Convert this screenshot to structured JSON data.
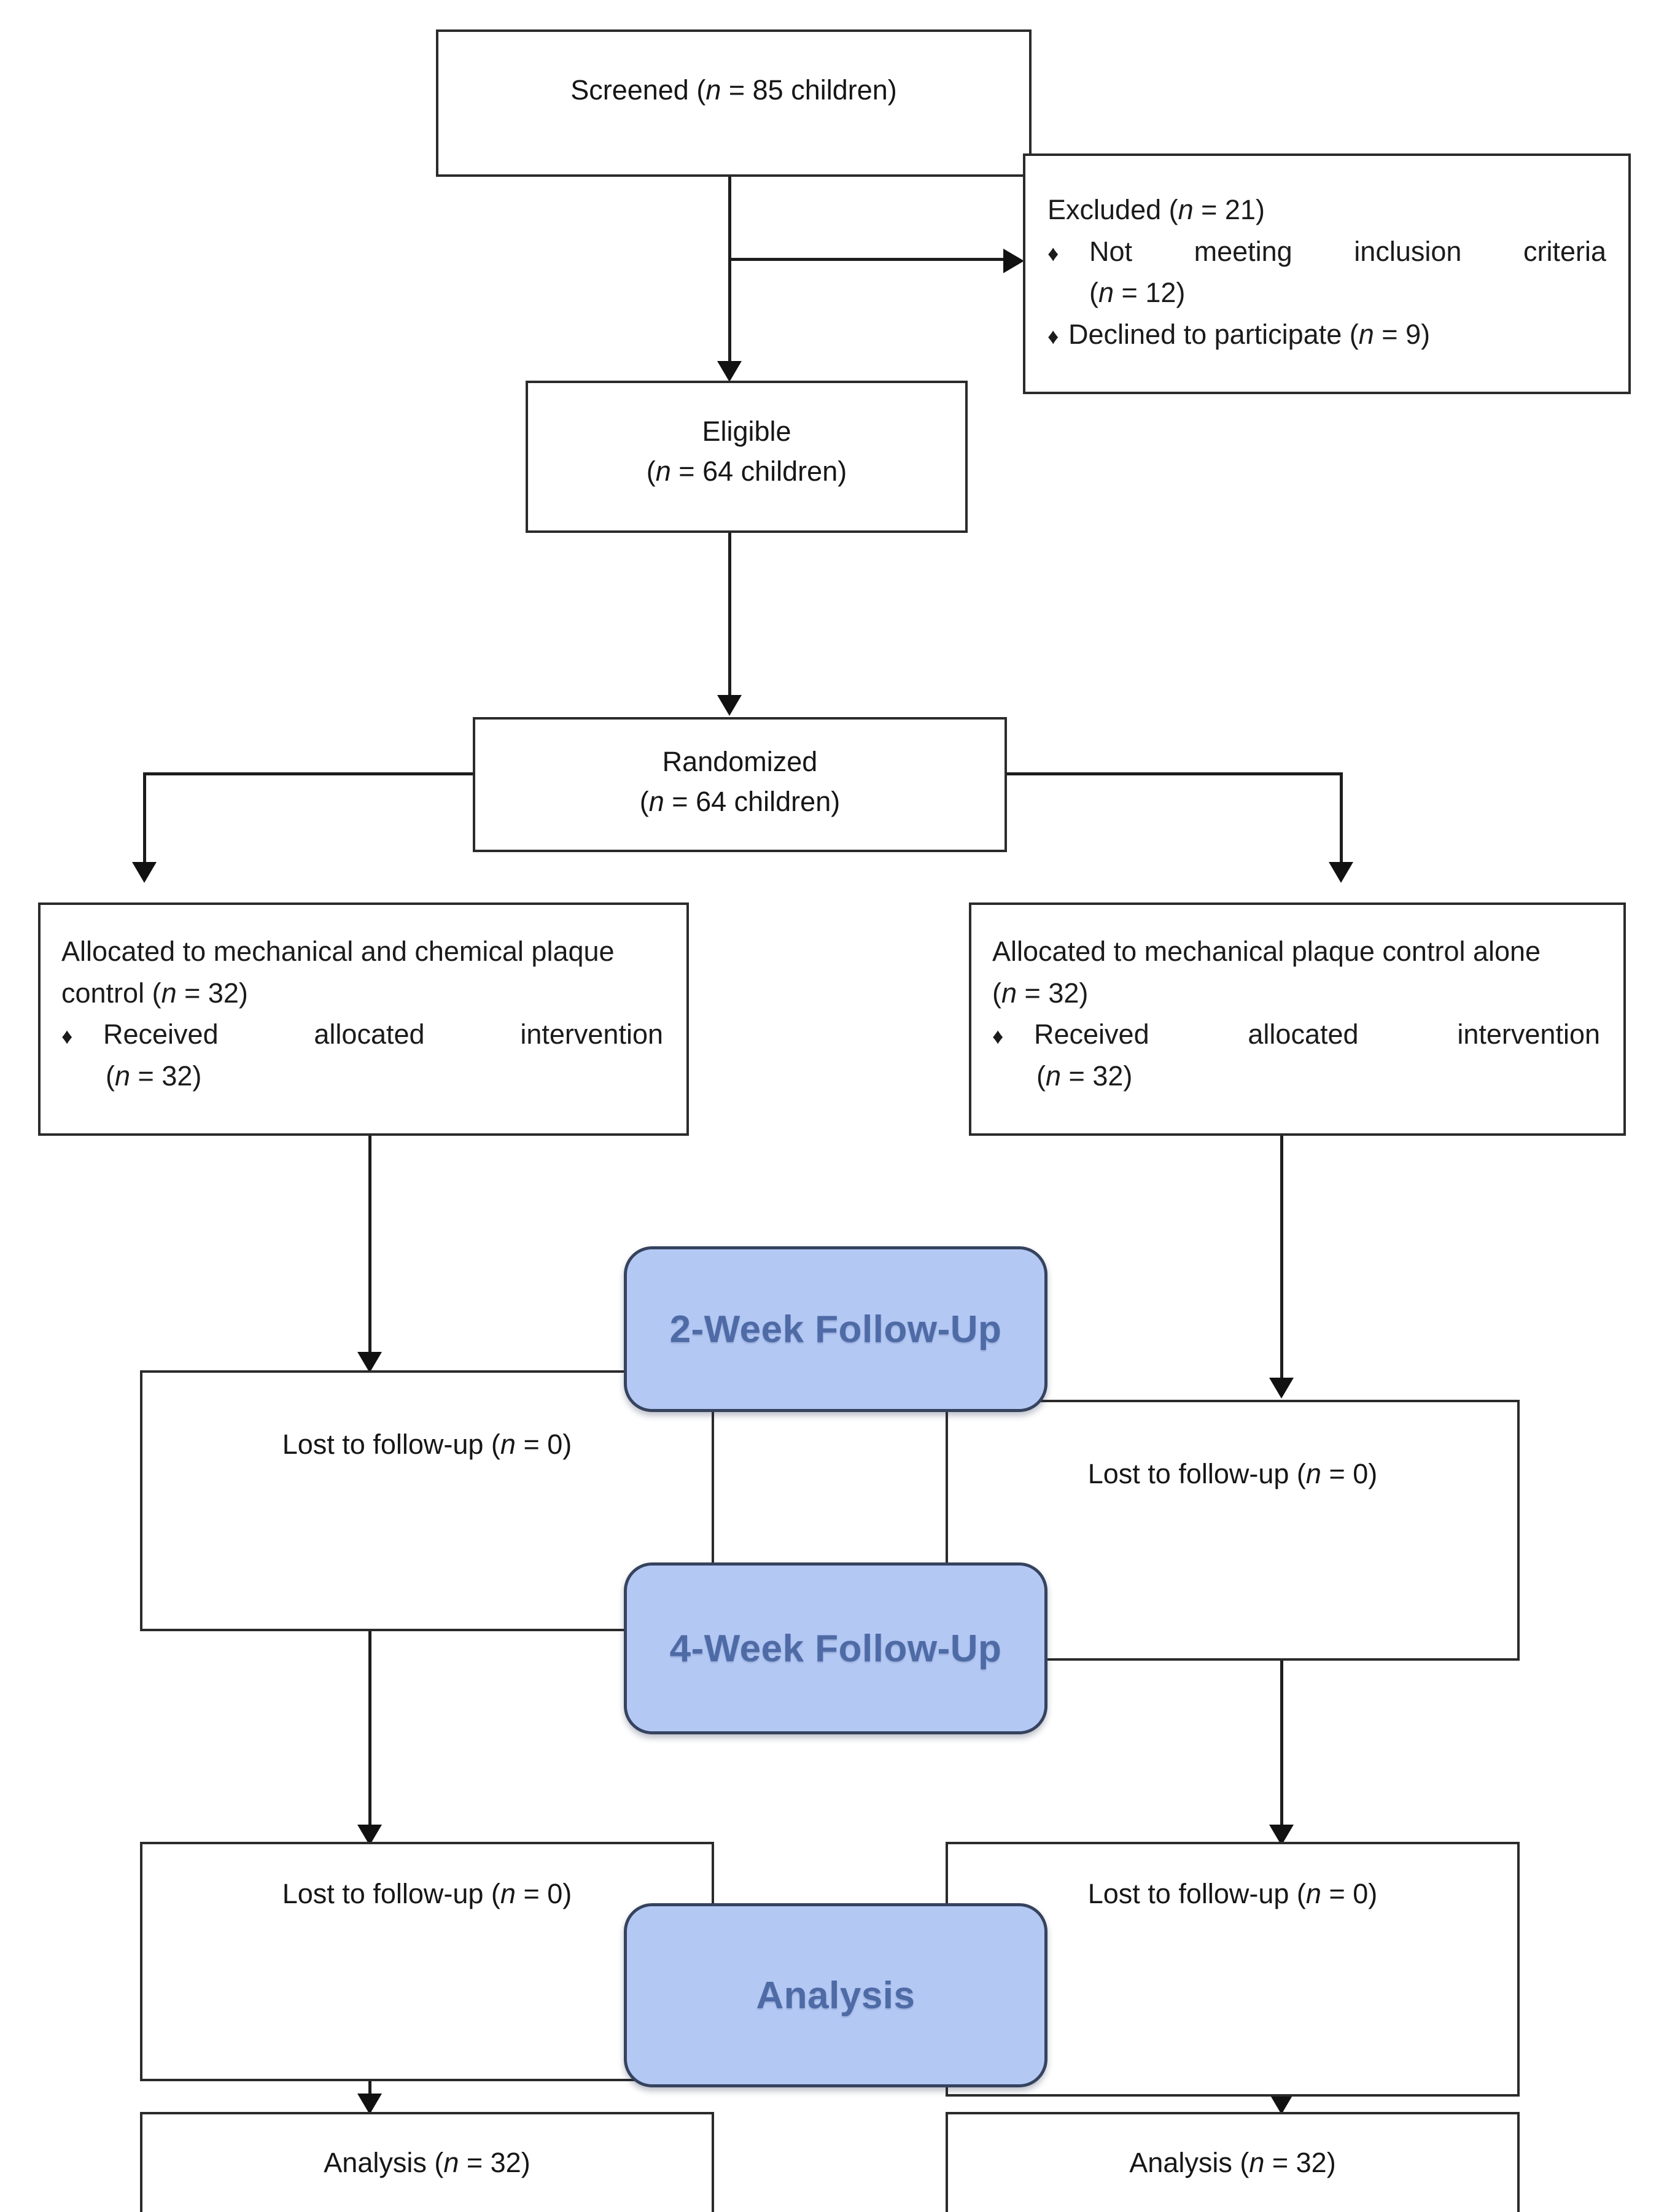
{
  "diagram": {
    "title": "CONSORT participant flow diagram",
    "accent_blue_fill": "#b4c8f4",
    "accent_blue_border": "#36435f",
    "accent_blue_text": "#4e6ba6",
    "box_border": "#2b2b2b"
  },
  "screened": {
    "label": "Screened (",
    "n_italic": "n",
    "value": " = 85 children)"
  },
  "excluded": {
    "heading_pre": "Excluded (",
    "heading_n": "n",
    "heading_post": " = 21)",
    "bullet_glyph": "♦",
    "item1_line1": "Not meeting inclusion criteria",
    "item1_line2_pre": "(",
    "item1_line2_n": "n",
    "item1_line2_post": " = 12)",
    "item2_pre": "Declined to participate (",
    "item2_n": "n",
    "item2_post": " = 9)"
  },
  "eligible": {
    "line1": "Eligible",
    "line2_pre": "(",
    "line2_n": "n",
    "line2_post": " = 64 children)"
  },
  "randomized": {
    "line1": "Randomized",
    "line2_pre": "(",
    "line2_n": "n",
    "line2_post": " = 64 children)"
  },
  "allocation_left": {
    "line1": "Allocated to mechanical and chemical plaque",
    "line2_pre": "control (",
    "line2_n": "n",
    "line2_post": " = 32)",
    "bullet_glyph": "♦",
    "bullet_line1": "Received allocated intervention",
    "bullet_line2_pre": "(",
    "bullet_line2_n": "n",
    "bullet_line2_post": " = 32)"
  },
  "allocation_right": {
    "line1": "Allocated to mechanical plaque control alone",
    "line2_pre": "(",
    "line2_n": "n",
    "line2_post": " = 32)",
    "bullet_glyph": "♦",
    "bullet_line1": "Received allocated intervention",
    "bullet_line2_pre": "(",
    "bullet_line2_n": "n",
    "bullet_line2_post": " = 32)"
  },
  "stage_banners": {
    "followup_2week": "2-Week Follow-Up",
    "followup_4week": "4-Week Follow-Up",
    "analysis": "Analysis"
  },
  "lost_2week_left": {
    "pre": "Lost to follow-up (",
    "n": "n",
    "post": " = 0)"
  },
  "lost_2week_right": {
    "pre": "Lost to follow-up (",
    "n": "n",
    "post": " = 0)"
  },
  "lost_4week_left": {
    "pre": "Lost to follow-up (",
    "n": "n",
    "post": " = 0)"
  },
  "lost_4week_right": {
    "pre": "Lost to follow-up (",
    "n": "n",
    "post": " = 0)"
  },
  "analysis_left": {
    "pre": "Analysis (",
    "n": "n",
    "post": " = 32)"
  },
  "analysis_right": {
    "pre": "Analysis (",
    "n": "n",
    "post": " = 32)"
  }
}
